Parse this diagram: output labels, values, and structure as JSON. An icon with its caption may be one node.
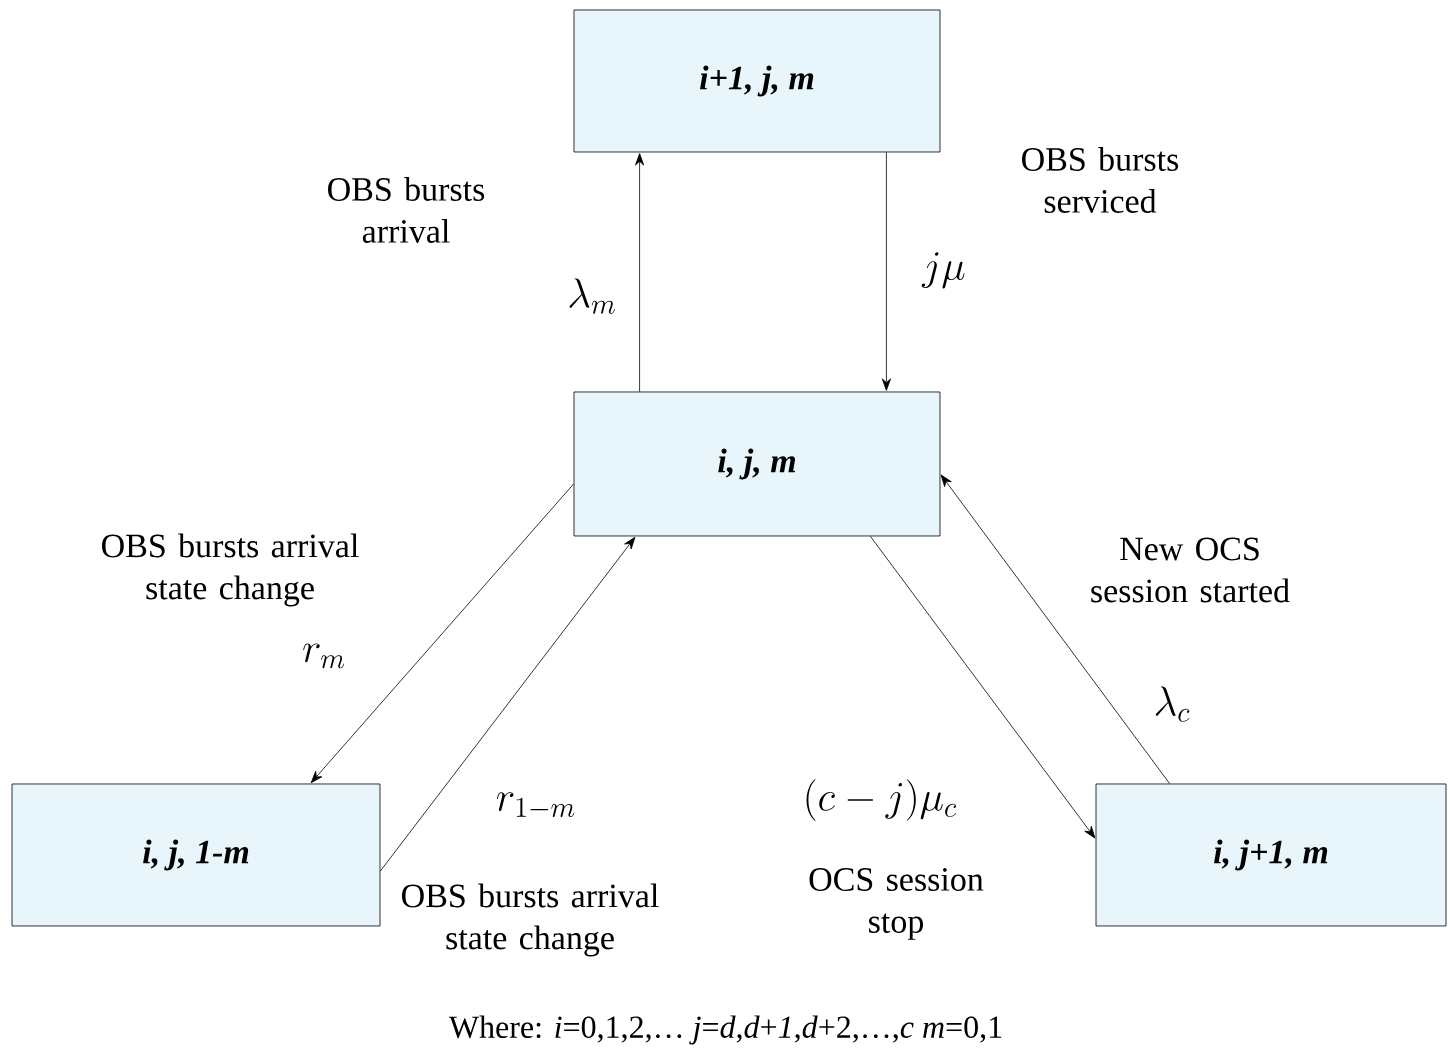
{
  "diagram": {
    "caption": "Where: *i*=0,1,2,…  *j*=*d*,*d*+*1*,*d*+2,…,*c*   *m*=0,1",
    "nodes": [
      {
        "text": [
          "i+1, j, m"
        ]
      },
      {
        "text": [
          "i, j, m"
        ]
      },
      {
        "text": [
          "i, j, 1-m"
        ]
      },
      {
        "text": [
          "i, j+1, m"
        ]
      }
    ],
    "edges": [
      {
        "from": 1,
        "to": 0,
        "arrow": "to",
        "label": "\\lambda_{m}"
      },
      {
        "from": 0,
        "to": 1,
        "arrow": "to",
        "label": "j\\mu"
      },
      {
        "from": 1,
        "to": 2,
        "arrow": "to",
        "label": "r_{m}"
      },
      {
        "from": 2,
        "to": 1,
        "arrow": "to",
        "label": "r_{1-m}"
      },
      {
        "from": 1,
        "to": 3,
        "arrow": "to",
        "label": "(c-j)\\mu_{c}"
      },
      {
        "from": 3,
        "to": 1,
        "arrow": "to",
        "label": "\\lambda_{c}"
      }
    ],
    "labels": [
      "OBS bursts arrival",
      "OBS bursts serviced",
      "OBS bursts arrival state change",
      "New OCS session started",
      "OBS bursts arrival state change",
      "OCS session stop"
    ]
  }
}
